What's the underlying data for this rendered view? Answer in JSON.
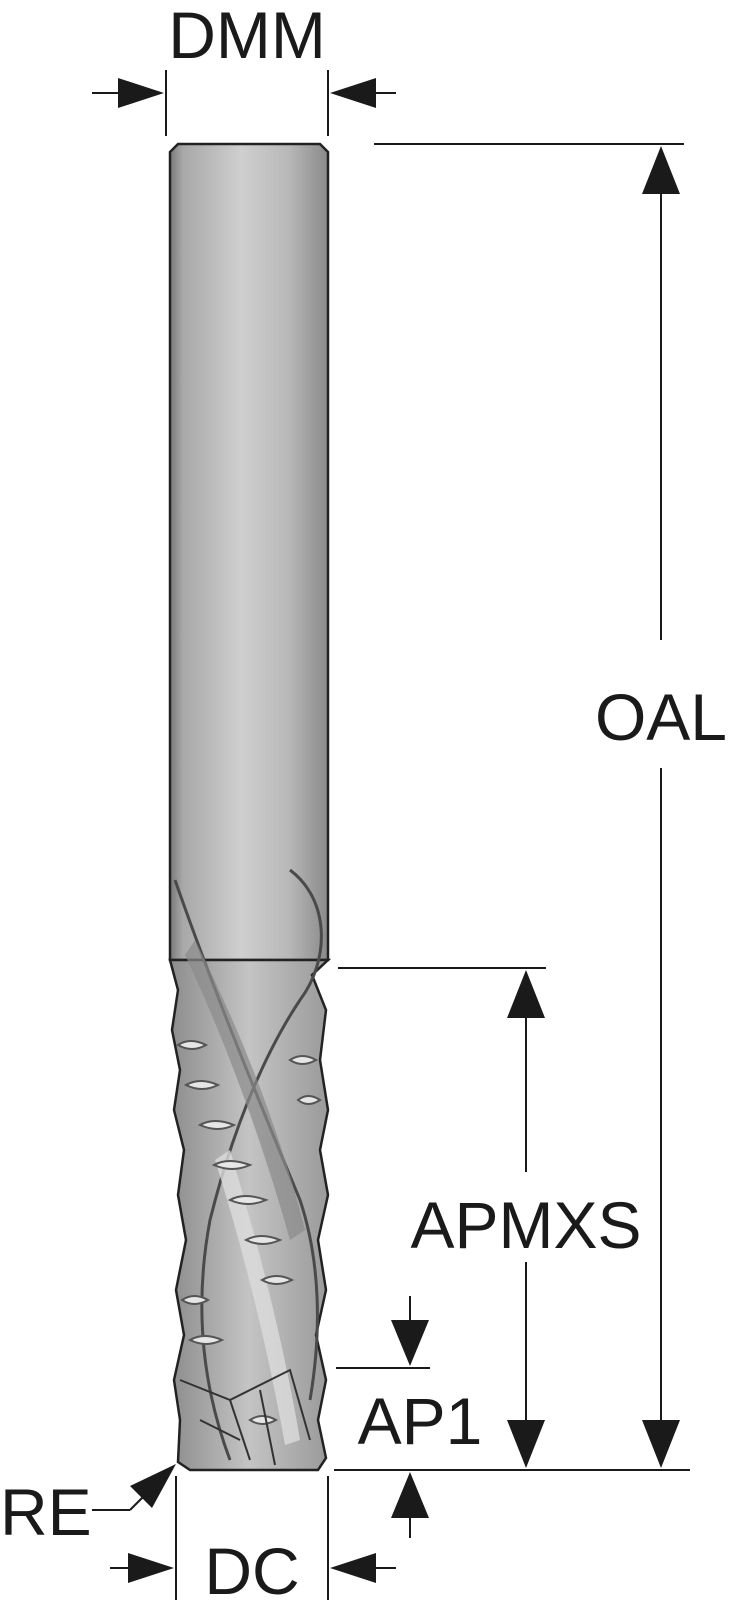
{
  "labels": {
    "dmm": "DMM",
    "oal": "OAL",
    "apmxs": "APMXS",
    "ap1": "AP1",
    "re": "RE",
    "dc": "DC"
  },
  "colors": {
    "ink": "#1a1a1a",
    "tool_light": "#d4d4d4",
    "tool_mid": "#a6a6a6",
    "tool_dark": "#6e6e6e"
  }
}
